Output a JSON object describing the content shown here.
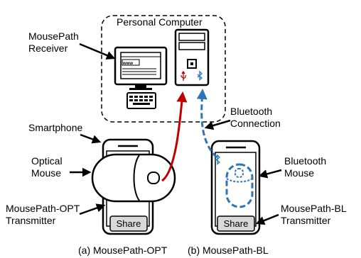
{
  "pc": {
    "title": "Personal Computer",
    "monitor_text": "www"
  },
  "labels": {
    "receiver_line1": "MousePath",
    "receiver_line2": "Receiver",
    "smartphone": "Smartphone",
    "optical_line1": "Optical",
    "optical_line2": "Mouse",
    "opt_tx_line1": "MousePath-OPT",
    "opt_tx_line2": "Transmitter",
    "bt_conn_line1": "Bluetooth",
    "bt_conn_line2": "Connection",
    "bt_mouse_line1": "Bluetooth",
    "bt_mouse_line2": "Mouse",
    "bl_tx_line1": "MousePath-BL",
    "bl_tx_line2": "Transmitter"
  },
  "buttons": {
    "share_a": "Share",
    "share_b": "Share"
  },
  "captions": {
    "a": "(a) MousePath-OPT",
    "b": "(b) MousePath-BL"
  },
  "colors": {
    "usb_red": "#c00000",
    "bluetooth_blue": "#2e75b6",
    "share_fill": "#d9d9d9"
  }
}
